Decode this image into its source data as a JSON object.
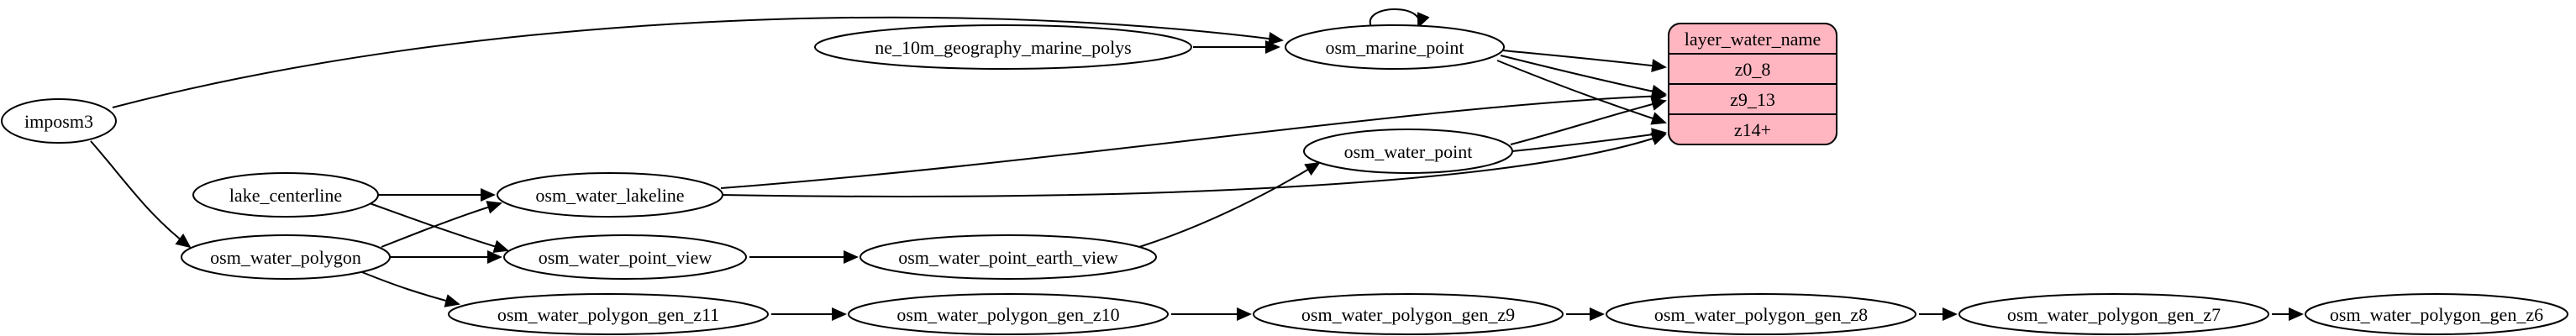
{
  "nodes": {
    "imposm3": {
      "label": "imposm3"
    },
    "ne_10m_geography_marine_polys": {
      "label": "ne_10m_geography_marine_polys"
    },
    "osm_marine_point": {
      "label": "osm_marine_point"
    },
    "osm_water_point": {
      "label": "osm_water_point"
    },
    "lake_centerline": {
      "label": "lake_centerline"
    },
    "osm_water_lakeline": {
      "label": "osm_water_lakeline"
    },
    "osm_water_polygon": {
      "label": "osm_water_polygon"
    },
    "osm_water_point_view": {
      "label": "osm_water_point_view"
    },
    "osm_water_point_earth_view": {
      "label": "osm_water_point_earth_view"
    },
    "osm_water_polygon_gen_z11": {
      "label": "osm_water_polygon_gen_z11"
    },
    "osm_water_polygon_gen_z10": {
      "label": "osm_water_polygon_gen_z10"
    },
    "osm_water_polygon_gen_z9": {
      "label": "osm_water_polygon_gen_z9"
    },
    "osm_water_polygon_gen_z8": {
      "label": "osm_water_polygon_gen_z8"
    },
    "osm_water_polygon_gen_z7": {
      "label": "osm_water_polygon_gen_z7"
    },
    "osm_water_polygon_gen_z6": {
      "label": "osm_water_polygon_gen_z6"
    }
  },
  "record": {
    "title": "layer_water_name",
    "rows": {
      "z0_8": "z0_8",
      "z9_13": "z9_13",
      "z14plus": "z14+"
    }
  },
  "colors": {
    "record_fill": "#ffb6c1",
    "record_stroke": "#000000",
    "node_fill": "#ffffff",
    "edge": "#000000"
  },
  "edges": [
    {
      "from": "imposm3",
      "to": "osm_marine_point"
    },
    {
      "from": "imposm3",
      "to": "osm_water_polygon"
    },
    {
      "from": "ne_10m_geography_marine_polys",
      "to": "osm_marine_point"
    },
    {
      "from": "osm_marine_point",
      "to": "osm_marine_point"
    },
    {
      "from": "osm_marine_point",
      "to": "layer_water_name.z0_8"
    },
    {
      "from": "osm_marine_point",
      "to": "layer_water_name.z9_13"
    },
    {
      "from": "osm_marine_point",
      "to": "layer_water_name.z14+"
    },
    {
      "from": "osm_water_point",
      "to": "layer_water_name.z9_13"
    },
    {
      "from": "osm_water_point",
      "to": "layer_water_name.z14+"
    },
    {
      "from": "osm_water_lakeline",
      "to": "layer_water_name.z9_13"
    },
    {
      "from": "osm_water_lakeline",
      "to": "layer_water_name.z14+"
    },
    {
      "from": "lake_centerline",
      "to": "osm_water_lakeline"
    },
    {
      "from": "lake_centerline",
      "to": "osm_water_point_view"
    },
    {
      "from": "osm_water_polygon",
      "to": "osm_water_lakeline"
    },
    {
      "from": "osm_water_polygon",
      "to": "osm_water_point_view"
    },
    {
      "from": "osm_water_polygon",
      "to": "osm_water_polygon_gen_z11"
    },
    {
      "from": "osm_water_point_view",
      "to": "osm_water_point_earth_view"
    },
    {
      "from": "osm_water_point_earth_view",
      "to": "osm_water_point"
    },
    {
      "from": "osm_water_polygon_gen_z11",
      "to": "osm_water_polygon_gen_z10"
    },
    {
      "from": "osm_water_polygon_gen_z10",
      "to": "osm_water_polygon_gen_z9"
    },
    {
      "from": "osm_water_polygon_gen_z9",
      "to": "osm_water_polygon_gen_z8"
    },
    {
      "from": "osm_water_polygon_gen_z8",
      "to": "osm_water_polygon_gen_z7"
    },
    {
      "from": "osm_water_polygon_gen_z7",
      "to": "osm_water_polygon_gen_z6"
    }
  ]
}
